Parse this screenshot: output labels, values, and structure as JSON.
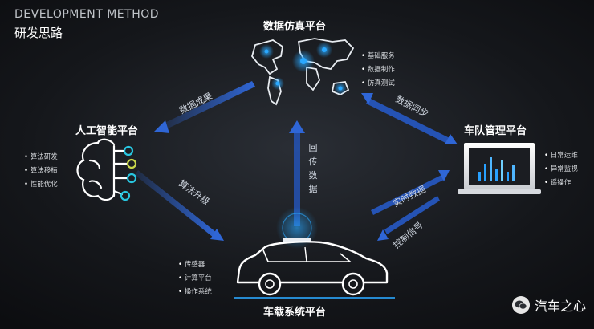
{
  "header": {
    "title_en": "DEVELOPMENT METHOD",
    "title_zh": "研发思路"
  },
  "nodes": {
    "data_sim": {
      "title": "数据仿真平台",
      "items": [
        "基础服务",
        "数据制作",
        "仿真测试"
      ]
    },
    "ai": {
      "title": "人工智能平台",
      "items": [
        "算法研发",
        "算法移植",
        "性能优化"
      ]
    },
    "fleet": {
      "title": "车队管理平台",
      "items": [
        "日常运维",
        "异常监视",
        "遥操作"
      ]
    },
    "vehicle": {
      "title": "车载系统平台",
      "items": [
        "传感器",
        "计算平台",
        "操作系统"
      ]
    }
  },
  "edges": {
    "data_results": "数据成果",
    "data_sync": "数据同步",
    "algo_upgrade": "算法升级",
    "return_data": "回传数据",
    "realtime_data": "实时数据",
    "control_signal": "控制信号"
  },
  "watermark": {
    "text": "汽车之心"
  },
  "colors": {
    "accent": "#2f66d6",
    "glow": "#1fa0ff",
    "cyan": "#28c6e0"
  }
}
